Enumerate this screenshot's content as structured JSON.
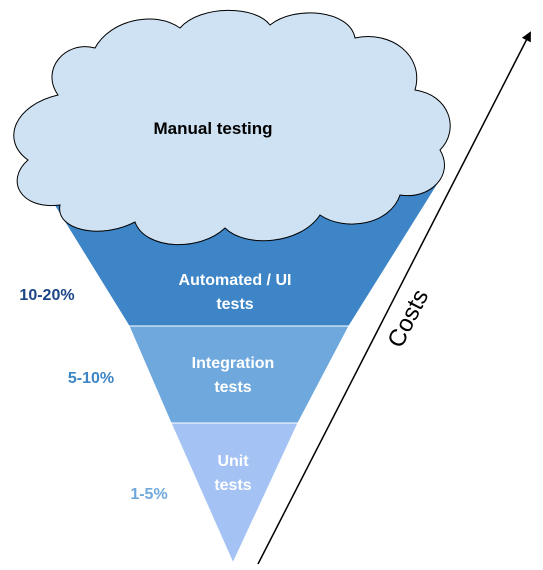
{
  "cloud": {
    "label": "Manual testing"
  },
  "layers": [
    {
      "label_line1": "Automated / UI",
      "label_line2": "tests",
      "percent": "10-20%"
    },
    {
      "label_line1": "Integration",
      "label_line2": "tests",
      "percent": "5-10%"
    },
    {
      "label_line1": "Unit",
      "label_line2": "tests",
      "percent": "1-5%"
    }
  ],
  "axis": {
    "label": "Costs"
  },
  "colors": {
    "cloud_fill": "#cfe2f3",
    "layer_top": "#3d85c6",
    "layer_mid": "#6fa8dc",
    "layer_bottom": "#a4c2f4",
    "percent_top": "#1c4587",
    "percent_mid": "#3d85c6",
    "percent_bottom": "#6fa8dc"
  }
}
